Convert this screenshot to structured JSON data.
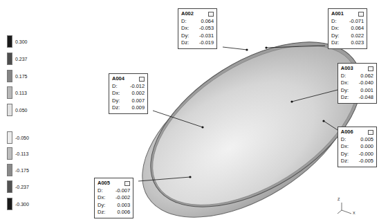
{
  "diagram": {
    "nodes": [
      {
        "text": [
          "A002",
          "D:",
          "0.064",
          "Dx:",
          "-0.053",
          "Dy:",
          "-0.031",
          "Dz:",
          "-0.019"
        ]
      },
      {
        "text": [
          "A001",
          "D:",
          "-0.071",
          "Dx:",
          "0.064",
          "Dy:",
          "0.022",
          "Dz:",
          "0.023"
        ]
      },
      {
        "text": [
          "A004",
          "D:",
          "-0.012",
          "Dx:",
          "0.002",
          "Dy:",
          "0.007",
          "Dz:",
          "0.009"
        ]
      },
      {
        "text": [
          "A003",
          "D:",
          "0.062",
          "Dx:",
          "-0.040",
          "Dy:",
          "0.001",
          "Dz:",
          "-0.048"
        ]
      },
      {
        "text": [
          "A006",
          "D:",
          "0.005",
          "Dx:",
          "0.000",
          "Dy:",
          "-0.000",
          "Dz:",
          "-0.005"
        ]
      },
      {
        "text": [
          "A005",
          "D:",
          "-0.007",
          "Dx:",
          "-0.002",
          "Dy:",
          "0.003",
          "Dz:",
          "0.006"
        ]
      }
    ],
    "labels": [
      "Z",
      "X"
    ],
    "legend": [
      {
        "text": "0.300",
        "color": "#1a1a1a"
      },
      {
        "text": "0.237",
        "color": "#4d4d4d"
      },
      {
        "text": "0.175",
        "color": "#858585"
      },
      {
        "text": "0.113",
        "color": "#b8b8b8"
      },
      {
        "text": "0.050",
        "color": "#e2e2e2"
      },
      {
        "text": "-0.050",
        "color": "#ececec"
      },
      {
        "text": "-0.113",
        "color": "#bdbdbd"
      },
      {
        "text": "-0.175",
        "color": "#8a8a8a"
      },
      {
        "text": "-0.237",
        "color": "#525252"
      },
      {
        "text": "-0.300",
        "color": "#1a1a1a"
      }
    ]
  }
}
